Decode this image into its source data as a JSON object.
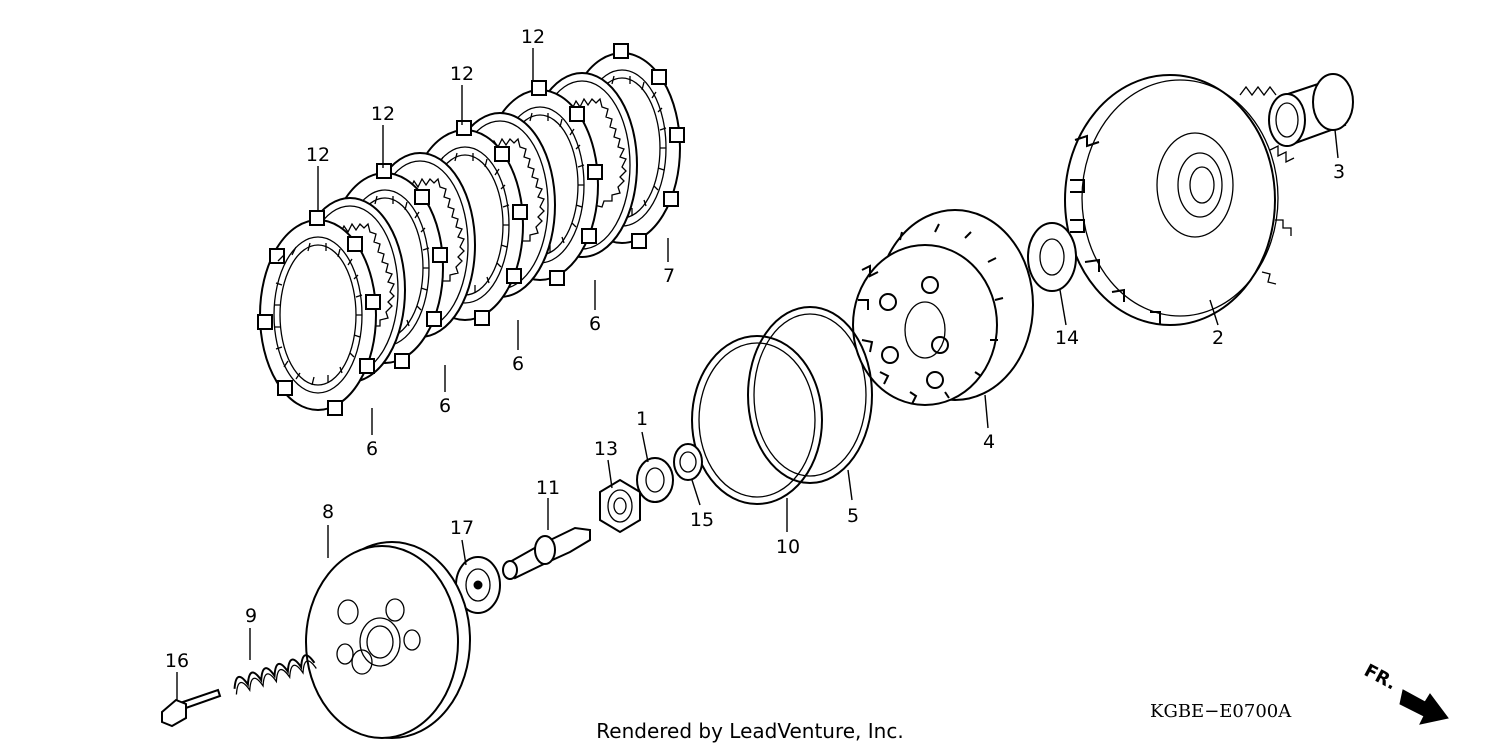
{
  "labels": {
    "l1": "1",
    "l2": "2",
    "l3": "3",
    "l4": "4",
    "l5": "5",
    "l6a": "6",
    "l6b": "6",
    "l6c": "6",
    "l6d": "6",
    "l7": "7",
    "l8": "8",
    "l9": "9",
    "l10": "10",
    "l11": "11",
    "l12a": "12",
    "l12b": "12",
    "l12c": "12",
    "l12d": "12",
    "l13": "13",
    "l14": "14",
    "l15": "15",
    "l16": "16",
    "l17": "17"
  },
  "diagram_code": "KGBE−E0700A",
  "credit": "Rendered by LeadVenture, Inc.",
  "direction": "FR."
}
